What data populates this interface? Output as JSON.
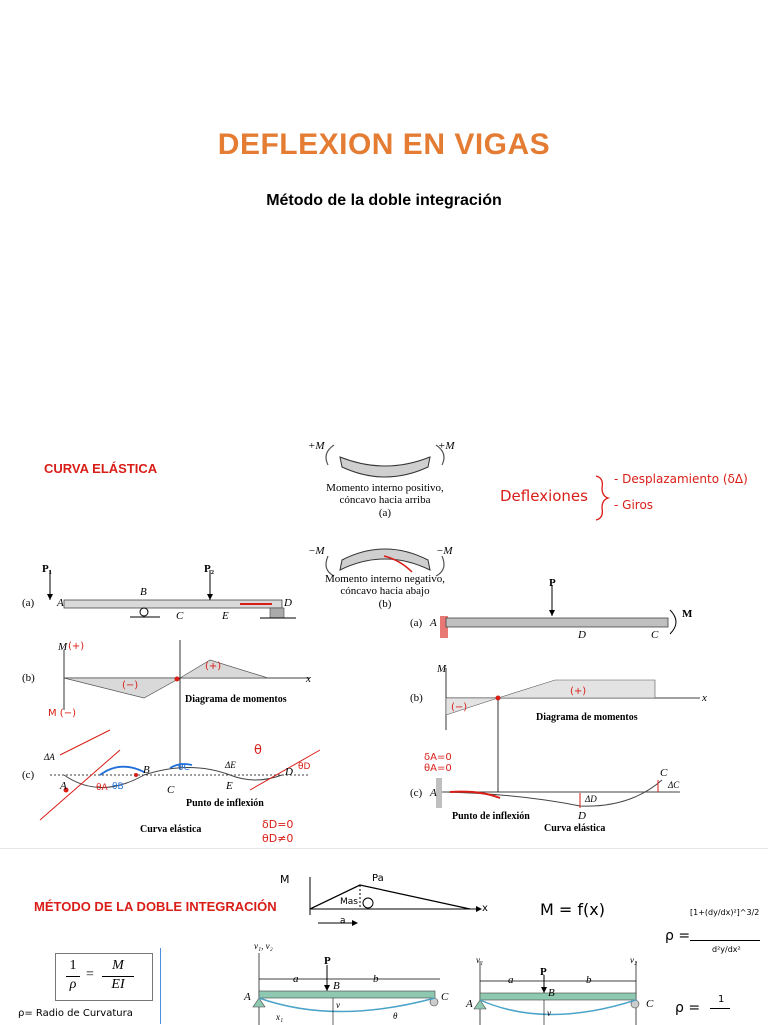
{
  "slide": {
    "title": "DEFLEXION EN VIGAS",
    "subtitle": "Método de la doble integración"
  },
  "colors": {
    "title": "#e47d33",
    "heading": "#d91e18",
    "beam": "#d9d9d9",
    "beam_green": "#8fc8b0",
    "annotation_red": "#d91e18",
    "annotation_blue": "#1e6fd9"
  },
  "curva": {
    "heading": "CURVA ELÁSTICA",
    "moment_pos_label_left": "+M",
    "moment_pos_label_right": "+M",
    "moment_pos_caption_1": "Momento interno positivo,",
    "moment_pos_caption_2": "cóncavo hacia arriba",
    "moment_pos_tag": "(a)",
    "moment_neg_label_left": "−M",
    "moment_neg_label_right": "−M",
    "moment_neg_caption_1": "Momento interno negativo,",
    "moment_neg_caption_2": "cóncavo hacia abajo",
    "moment_neg_tag": "(b)",
    "note_deflexiones": "Deflexiones",
    "note_desplazamiento": "- Desplazamiento (δΔ)",
    "note_giros": "- Giros"
  },
  "left_fig": {
    "tag_a": "(a)",
    "tag_b": "(b)",
    "tag_c": "(c)",
    "p1": "P₁",
    "p2": "P₂",
    "A": "A",
    "B": "B",
    "C": "C",
    "E": "E",
    "D": "D",
    "M": "M",
    "x": "x",
    "plus1": "(+)",
    "plus2": "(+)",
    "minus": "(−)",
    "m_minus": "M (−)",
    "diagram_label": "Diagrama de momentos",
    "delta_a": "ΔA",
    "delta_e": "ΔE",
    "theta": "θ",
    "theta_a": "θA",
    "theta_b": "θB",
    "theta_c": "θC",
    "theta_d": "θD",
    "inflexion": "Punto de inflexión",
    "curve_label": "Curva elástica",
    "cond_1": "δD=0",
    "cond_2": "θD≠0"
  },
  "right_fig": {
    "tag_a": "(a)",
    "tag_b": "(b)",
    "tag_c": "(c)",
    "P": "P",
    "M": "M",
    "A": "A",
    "D": "D",
    "C": "C",
    "x": "x",
    "plus": "(+)",
    "minus": "(−)",
    "diagram_label": "Diagrama de momentos",
    "cond_1": "δA=0",
    "cond_2": "θA=0",
    "delta_d": "ΔD",
    "delta_c": "ΔC",
    "inflexion": "Punto de inflexión",
    "curve_label": "Curva elástica"
  },
  "doble": {
    "heading": "MÉTODO DE LA DOBLE INTEGRACIÓN",
    "formula_lhs_num": "1",
    "formula_lhs_den": "ρ",
    "formula_rhs_num": "M",
    "formula_rhs_den": "EI",
    "rho_note": "ρ= Radio de Curvatura",
    "sketch_M": "M",
    "sketch_pa": "Pa",
    "sketch_mas": "Mas",
    "sketch_a": "a",
    "sketch_x": "x",
    "m_fx": "M = f(x)",
    "rho_eq_lhs": "ρ =",
    "rho_eq_num": "[1+(dy/dx)²]^3/2",
    "rho_eq_den": "d²y/dx²",
    "rho_eq2_lhs": "ρ =",
    "rho_eq2_num": "1",
    "beam1_v": "v₁, v₂",
    "beam1_a": "a",
    "beam1_b": "b",
    "beam1_P": "P",
    "beam1_B": "B",
    "beam1_A": "A",
    "beam1_C": "C",
    "beam1_v_small": "v",
    "beam1_x1": "x₁",
    "beam1_theta": "θ",
    "beam2_v1": "v₁",
    "beam2_v2": "v₂",
    "beam2_a": "a",
    "beam2_b": "b",
    "beam2_P": "P",
    "beam2_B": "B",
    "beam2_A": "A",
    "beam2_C": "C",
    "beam2_v_small": "v"
  }
}
